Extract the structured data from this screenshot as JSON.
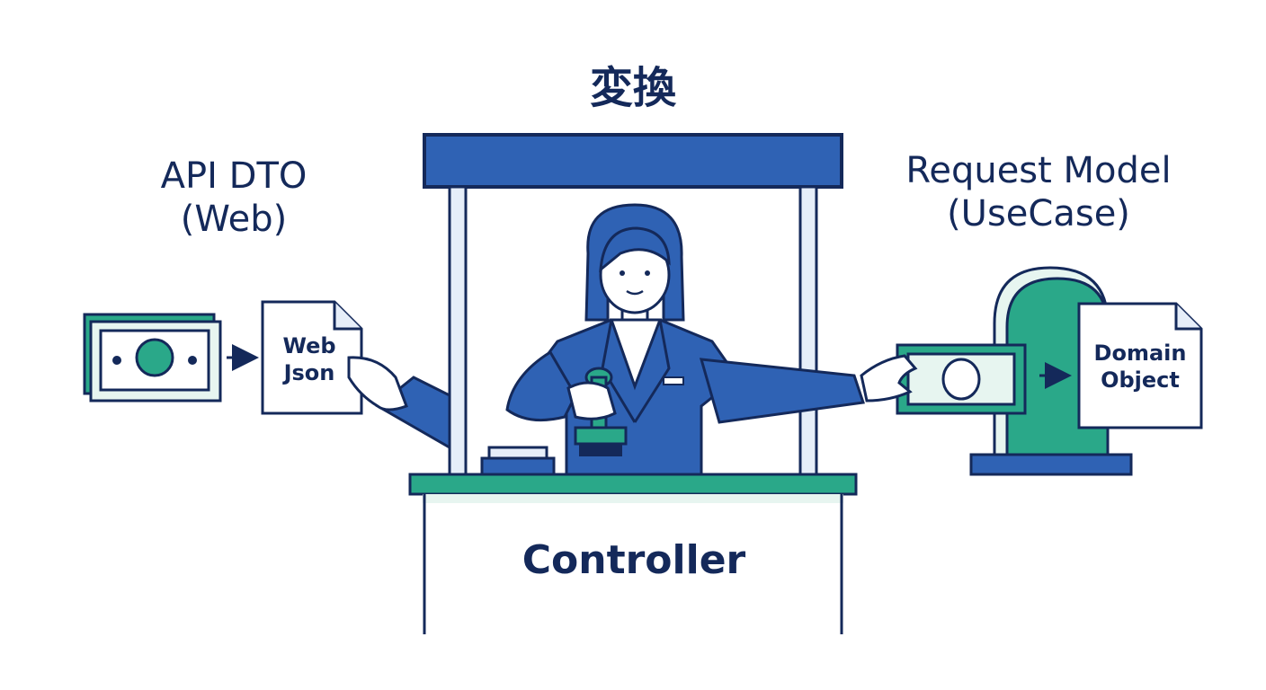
{
  "diagram": {
    "title": "変換",
    "left": {
      "title_line1": "API DTO",
      "title_line2": "(Web)",
      "document": {
        "line1": "Web",
        "line2": "Json"
      }
    },
    "right": {
      "title_line1": "Request Model",
      "title_line2": "(UseCase)",
      "document": {
        "line1": "Domain",
        "line2": "Object"
      }
    },
    "booth": {
      "label": "Controller"
    }
  },
  "colors": {
    "navy": "#14295a",
    "blue": "#2f62b4",
    "blue_light": "#e6eef9",
    "teal": "#2aa889",
    "teal_light": "#e7f5f0",
    "skin": "#ffffff"
  },
  "icons": [
    "money-bill-icon",
    "document-icon",
    "arrow-right-icon",
    "stamp-icon",
    "ink-pad-icon",
    "machine-icon",
    "clerk-figure"
  ]
}
